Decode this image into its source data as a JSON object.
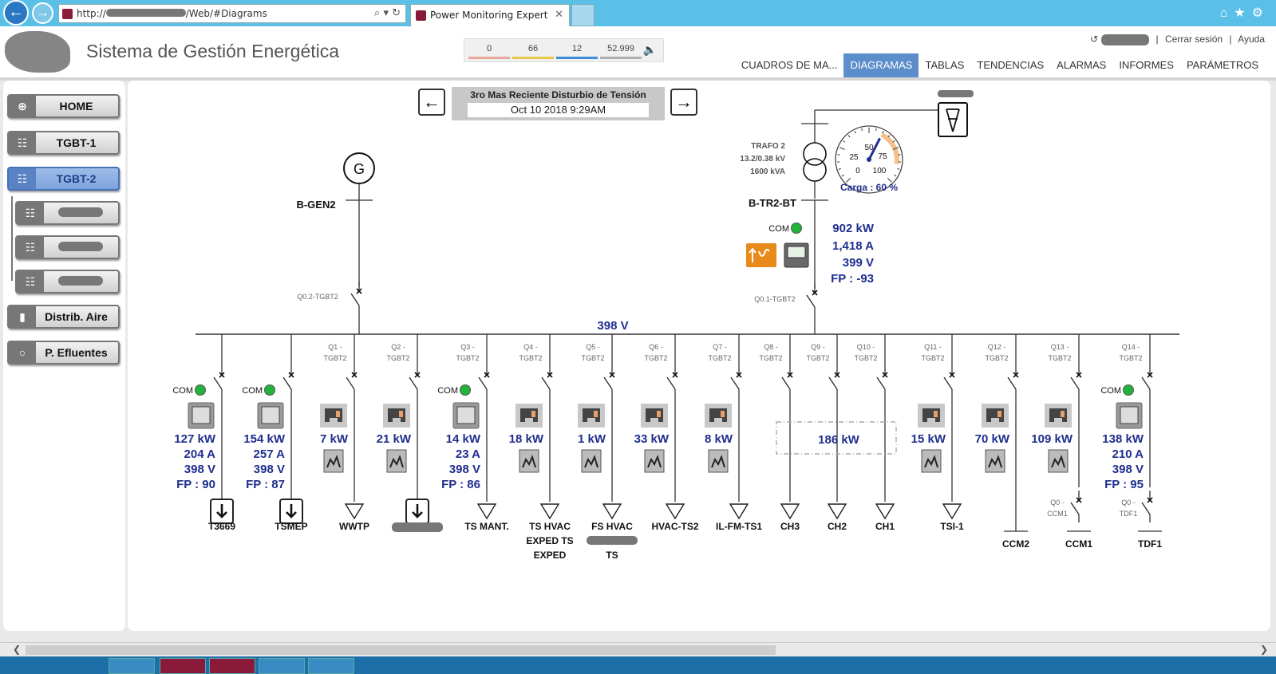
{
  "browser": {
    "back_icon": "←",
    "forward_icon": "→",
    "address_prefix": "http://",
    "address_suffix": "/Web/#Diagrams",
    "address_tools": "⌕ ▾ ↻",
    "tab_title": "Power Monitoring Expert",
    "tab_close": "✕",
    "toolbar_icons": "⌂★⚙"
  },
  "header": {
    "title": "Sistema de Gestión Energética",
    "alarms": [
      {
        "count": "0",
        "color": "#e8a99a"
      },
      {
        "count": "66",
        "color": "#e8c84a"
      },
      {
        "count": "12",
        "color": "#3f8fd8"
      },
      {
        "count": "52.999",
        "color": "#b0b0b0"
      }
    ],
    "speaker_icon": "🔈",
    "user_icon": "↺",
    "logout": "Cerrar sesión",
    "help": "Ayuda",
    "sep": "|",
    "nav": [
      "CUADROS DE MA...",
      "DIAGRAMAS",
      "TABLAS",
      "TENDENCIAS",
      "ALARMAS",
      "INFORMES",
      "PARÁMETROS"
    ],
    "active_nav": "DIAGRAMAS"
  },
  "sidebar": {
    "items": [
      {
        "label": "HOME",
        "icon": "globe-icon",
        "glyph": "⊕"
      },
      {
        "label": "TGBT-1",
        "icon": "network-icon",
        "glyph": "☷"
      },
      {
        "label": "TGBT-2",
        "icon": "network-icon",
        "glyph": "☷"
      },
      {
        "label": "",
        "icon": "network-icon",
        "glyph": "☷"
      },
      {
        "label": "",
        "icon": "network-icon",
        "glyph": "☷"
      },
      {
        "label": "",
        "icon": "network-icon",
        "glyph": "☷"
      },
      {
        "label": "Distrib. Aire",
        "icon": "air-icon",
        "glyph": "▮"
      },
      {
        "label": "P. Efluentes",
        "icon": "drop-icon",
        "glyph": "○"
      }
    ]
  },
  "disturbance": {
    "title": "3ro Mas Reciente Disturbio de Tensión",
    "date": "Oct 10 2018 9:29AM",
    "prev_icon": "←",
    "next_icon": "→"
  },
  "diagram": {
    "generator": {
      "symbol": "G",
      "bus": "B-GEN2",
      "breaker": "Q0.2-TGBT2"
    },
    "transformer": {
      "name": "TRAFO 2",
      "ratio": "13.2/0.38 kV",
      "power": "1600 kVA",
      "bus": "B-TR2-BT",
      "breaker": "Q0.1-TGBT2",
      "gauge_ticks": [
        "0",
        "25",
        "50",
        "75",
        "100"
      ],
      "load_label": "Carga : 60 %",
      "load_pct": 60,
      "com": "COM",
      "kw": "902 kW",
      "amps": "1,418 A",
      "volts": "399 V",
      "pf": "FP : -93"
    },
    "bus_voltage": "398 V",
    "feeders": [
      {
        "breaker": "",
        "com": "COM",
        "meter": "pm",
        "kw": "127 kW",
        "amps": "204 A",
        "volts": "398 V",
        "pf": "FP : 90",
        "end": "download",
        "name": "T3669"
      },
      {
        "breaker": "",
        "com": "COM",
        "meter": "pm",
        "kw": "154 kW",
        "amps": "257 A",
        "volts": "398 V",
        "pf": "FP : 87",
        "end": "download",
        "name": "TSMEP"
      },
      {
        "breaker": "Q1 - TGBT2",
        "meter": "ms",
        "kw": "7 kW",
        "end": "triangle",
        "name": "WWTP"
      },
      {
        "breaker": "Q2 - TGBT2",
        "meter": "ms",
        "kw": "21 kW",
        "end": "download",
        "name": ""
      },
      {
        "breaker": "Q3 - TGBT2",
        "com": "COM",
        "meter": "pm",
        "kw": "14 kW",
        "amps": "23 A",
        "volts": "398 V",
        "pf": "FP : 86",
        "end": "triangle",
        "name": "TS MANT."
      },
      {
        "breaker": "Q4 - TGBT2",
        "meter": "ms",
        "kw": "18 kW",
        "end": "triangle",
        "name": "TS HVAC EXPED TS EXPED"
      },
      {
        "breaker": "Q5 - TGBT2",
        "meter": "ms",
        "kw": "1 kW",
        "end": "triangle",
        "name": "FS HVAC TS"
      },
      {
        "breaker": "Q6 - TGBT2",
        "meter": "ms",
        "kw": "33 kW",
        "end": "triangle",
        "name": "HVAC-TS2"
      },
      {
        "breaker": "Q7 - TGBT2",
        "meter": "ms",
        "kw": "8 kW",
        "end": "triangle",
        "name": "IL-FM-TS1"
      },
      {
        "breaker": "Q8 - TGBT2",
        "meter": "none",
        "end": "triangle",
        "name": "CH3"
      },
      {
        "breaker": "Q9 - TGBT2",
        "meter": "none",
        "end": "triangle",
        "name": "CH2"
      },
      {
        "breaker": "Q10 - TGBT2",
        "meter": "none",
        "end": "triangle",
        "name": "CH1"
      },
      {
        "breaker": "Q11 - TGBT2",
        "meter": "ms",
        "kw": "15 kW",
        "end": "triangle",
        "name": "TSI-1"
      },
      {
        "breaker": "Q12 - TGBT2",
        "meter": "ms",
        "kw": "70 kW",
        "end": "bar",
        "name": "CCM2"
      },
      {
        "breaker": "Q13 - TGBT2",
        "meter": "ms",
        "kw": "109 kW",
        "end": "breaker",
        "sub_breaker": "Q0 - CCM1",
        "name": "CCM1"
      },
      {
        "breaker": "Q14 - TGBT2",
        "com": "COM",
        "meter": "pm",
        "kw": "138 kW",
        "amps": "210 A",
        "volts": "398 V",
        "pf": "FP : 95",
        "end": "breaker",
        "sub_breaker": "Q0 - TDF1",
        "name": "TDF1"
      }
    ],
    "chillers_kw": "186 kW"
  },
  "colors": {
    "accent": "#5b8ecb",
    "value_blue": "#1f2e8e",
    "com_green": "#22b33a",
    "orange": "#e88a1a"
  }
}
